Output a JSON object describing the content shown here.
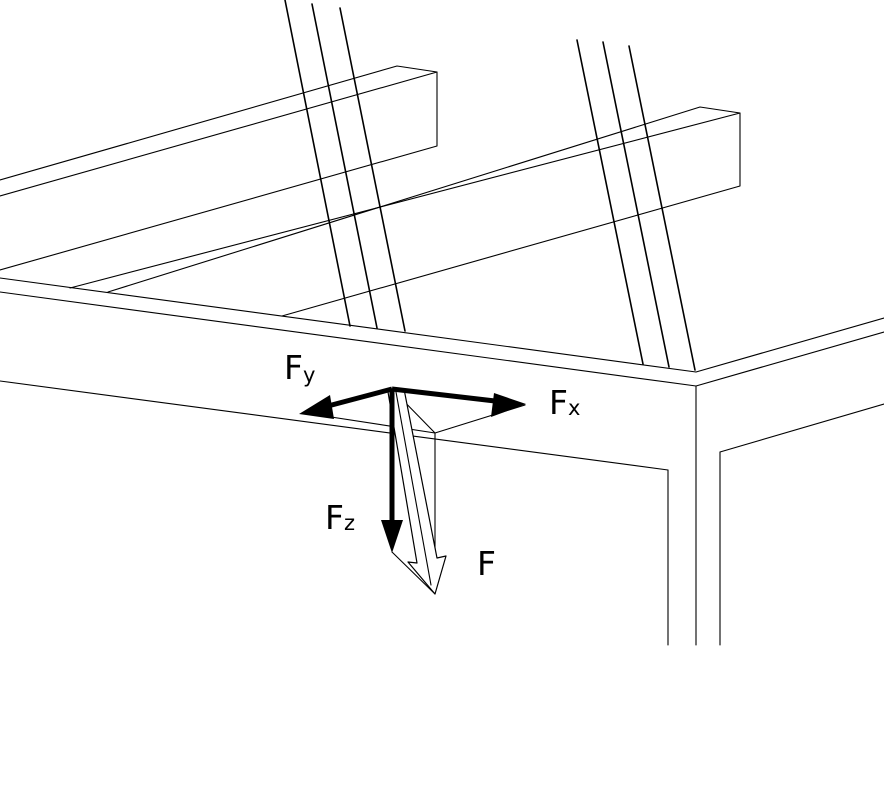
{
  "labels": {
    "fy": {
      "main": "F",
      "sub": "y"
    },
    "fx": {
      "main": "F",
      "sub": "x"
    },
    "fz": {
      "main": "F",
      "sub": "z"
    },
    "f": {
      "main": "F"
    }
  },
  "colors": {
    "line": "#000000",
    "arrow_fill": "#000000",
    "resultant_fill": "#ffffff",
    "background": "#ffffff"
  }
}
